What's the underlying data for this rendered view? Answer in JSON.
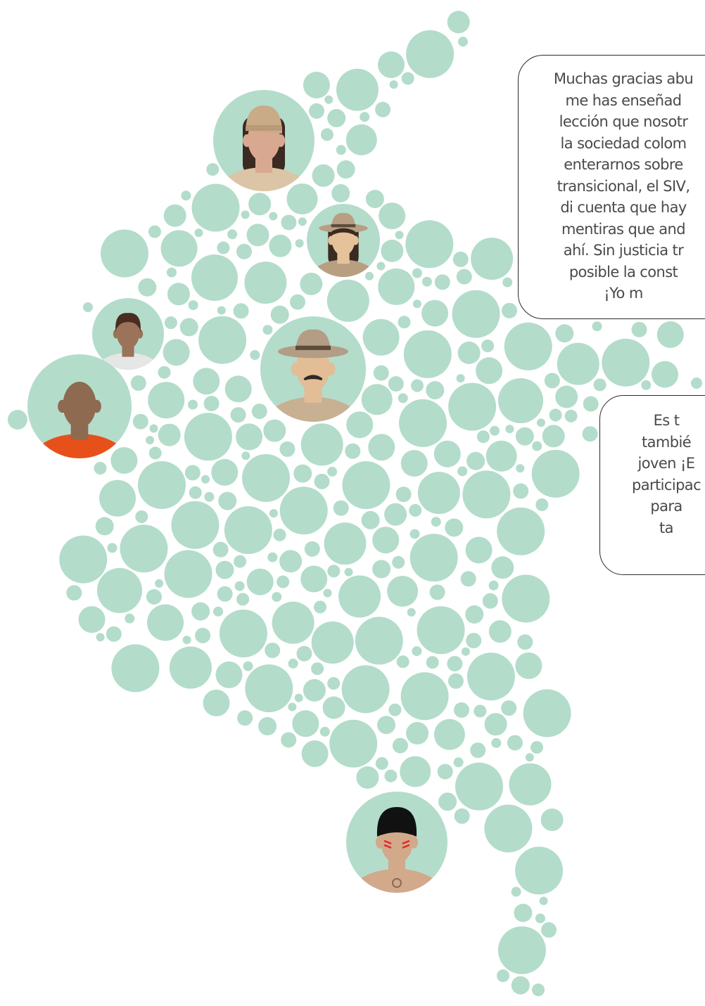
{
  "accent_color": "#b3dccb",
  "skin_color": "#d8a990",
  "speech_bubbles": [
    {
      "lines": [
        "Muchas gracias abu",
        "me has enseñad",
        "lección que nosotr",
        "la sociedad colom",
        "enterarnos sobre",
        "transicional, el SIV,",
        "di cuenta que hay",
        "mentiras que and",
        "ahí. Sin justicia tr",
        "posible la const",
        "¡Yo m"
      ]
    },
    {
      "lines": [
        "Es t",
        "tambié",
        "joven ¡E",
        "participac",
        "para",
        "ta"
      ]
    }
  ],
  "avatars": [
    {
      "name": "avatar-woman-cap",
      "headwear": "cap",
      "hair": "#3b2a21",
      "skin": "#d8a990",
      "shirt": "#dcc4a6",
      "headwear_color": "#c9ab88"
    },
    {
      "name": "avatar-woman-hat",
      "headwear": "hat",
      "hair": "#3b2a21",
      "skin": "#e5c29a",
      "shirt": "#b89f82",
      "headwear_color": "#b89f82"
    },
    {
      "name": "avatar-young-man",
      "headwear": "curly-hair",
      "hair": "#4a2d1f",
      "skin": "#9a7358",
      "shirt": "#e6e6e6",
      "headwear_color": "#4a2d1f"
    },
    {
      "name": "avatar-man-hat-mustache",
      "headwear": "hat",
      "hair": "#2f2a26",
      "skin": "#e2bd96",
      "shirt": "#c8b093",
      "headwear_color": "#b49d85"
    },
    {
      "name": "avatar-man-orange-shirt",
      "headwear": "none",
      "hair": "#3e2a1e",
      "skin": "#8e6a50",
      "shirt": "#e8501a",
      "headwear_color": "#8e6a50"
    },
    {
      "name": "avatar-indigenous-man",
      "headwear": "black-hair",
      "hair": "#111111",
      "skin": "#d2a98a",
      "shirt": "#d2a98a",
      "headwear_color": "#111111"
    }
  ]
}
